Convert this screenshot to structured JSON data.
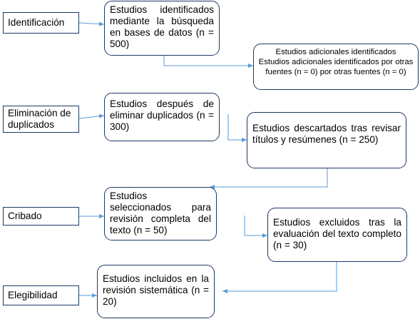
{
  "colors": {
    "box_border": "#1f3864",
    "arrow": "#5b9bd5",
    "background": "#ffffff"
  },
  "stages": [
    {
      "id": "identificacion",
      "label": "Identificación"
    },
    {
      "id": "duplicados",
      "label": "Eliminación de duplicados"
    },
    {
      "id": "cribado",
      "label": "Cribado"
    },
    {
      "id": "elegibilidad",
      "label": "Elegibilidad"
    }
  ],
  "boxes": {
    "identified": "Estudios identificados mediante la búsqueda en bases de datos (n = 500)",
    "additional_line1": "Estudios adicionales identificados",
    "additional_line2": "Estudios adicionales identificados por otras fuentes (n = 0) por otras fuentes (n = 0)",
    "after_duplicates": "Estudios después de eliminar duplicados (n = 300)",
    "discarded": "Estudios descartados tras revisar títulos y resúmenes (n = 250)",
    "selected": "Estudios seleccionados para revisión completa del texto (n = 50)",
    "excluded": "Estudios excluidos tras la evaluación del texto completo (n = 30)",
    "included": "Estudios incluidos en la revisión sistemática (n = 20)"
  }
}
